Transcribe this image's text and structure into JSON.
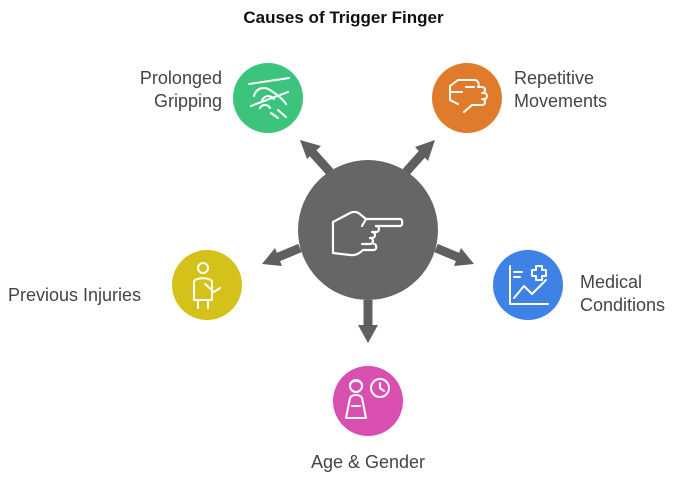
{
  "title": "Causes of Trigger Finger",
  "center": {
    "color": "#666666",
    "icon": "pointing-hand-icon"
  },
  "causes": [
    {
      "id": "prolonged-gripping",
      "lines": [
        "Prolonged",
        "Gripping"
      ],
      "color": "#3cc47c",
      "icon": "gripping-hand-icon"
    },
    {
      "id": "repetitive-movements",
      "lines": [
        "Repetitive",
        "Movements"
      ],
      "color": "#e07b2b",
      "icon": "fist-icon"
    },
    {
      "id": "medical-conditions",
      "lines": [
        "Medical",
        "Conditions"
      ],
      "color": "#3f82e6",
      "icon": "medical-chart-icon"
    },
    {
      "id": "age-gender",
      "lines": [
        "Age & Gender"
      ],
      "color": "#d94fb0",
      "icon": "person-clock-icon"
    },
    {
      "id": "previous-injuries",
      "lines": [
        "Previous Injuries"
      ],
      "color": "#d4c21a",
      "icon": "injured-person-icon"
    }
  ],
  "arrow_color": "#5f5f5f"
}
